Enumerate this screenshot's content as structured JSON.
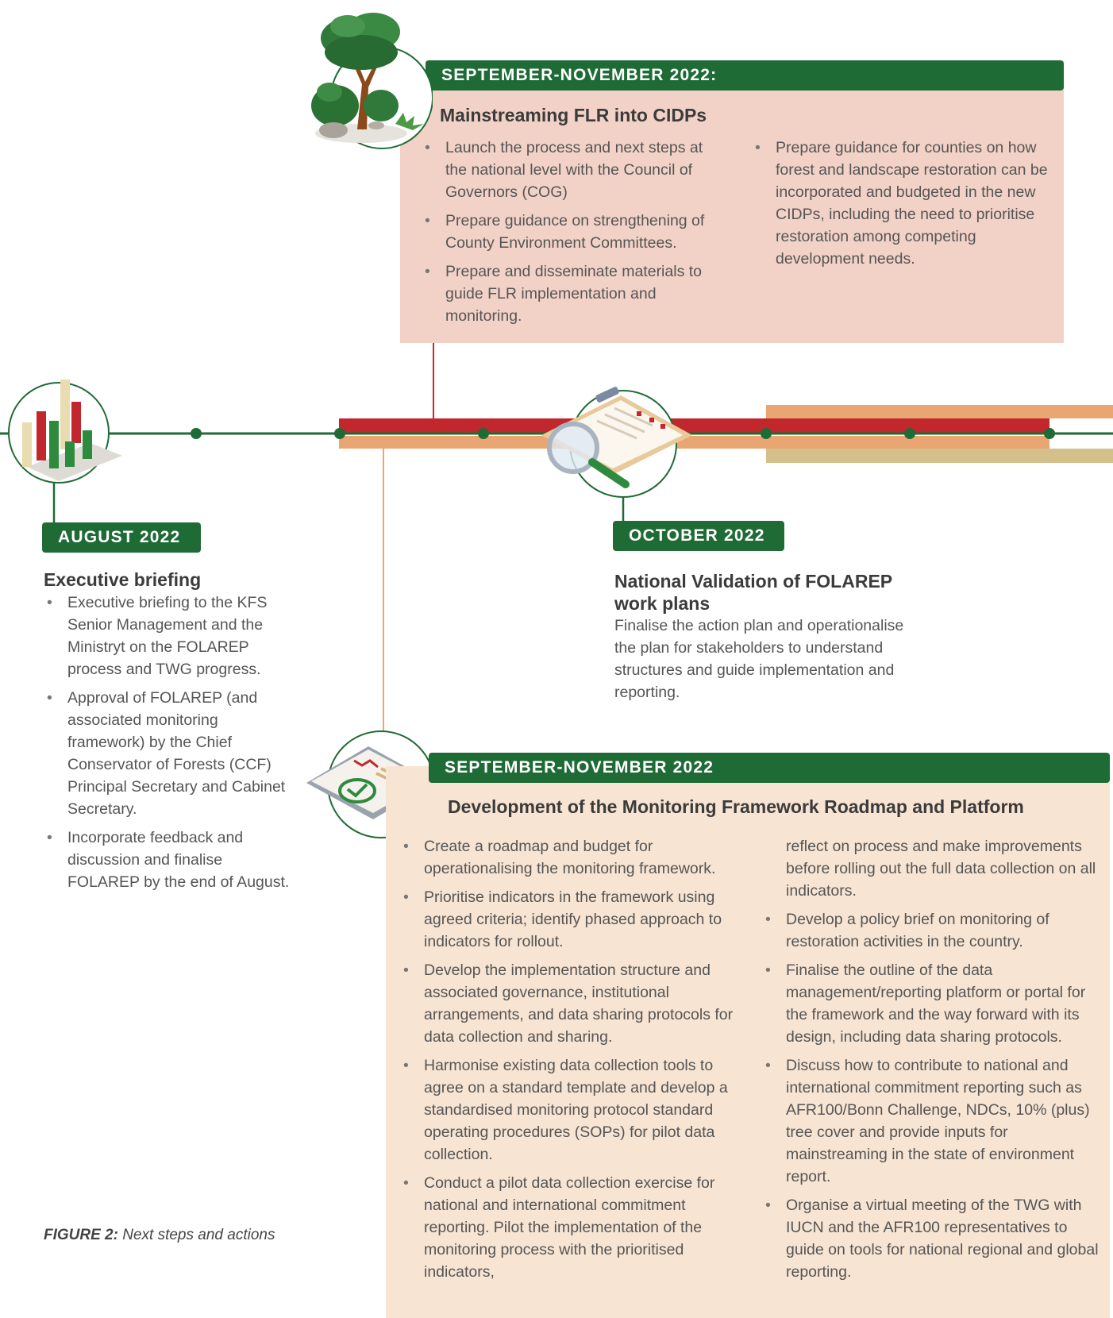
{
  "stages": {
    "sep_nov_cidp": {
      "date": "SEPTEMBER-NOVEMBER 2022:",
      "title": "Mainstreaming FLR into CIDPs",
      "col1": [
        "Launch the process and next steps at the national level with the Council of Governors (COG)",
        "Prepare guidance on strengthening of County Environment Committees.",
        "Prepare and disseminate materials to guide FLR implementation and monitoring."
      ],
      "col2": [
        "Prepare guidance for counties on how forest and landscape restoration can be incorporated and budgeted in the new CIDPs, including the need to prioritise restoration among competing development needs."
      ]
    },
    "aug": {
      "date": "AUGUST 2022",
      "title": "Executive briefing",
      "items": [
        "Executive briefing to the KFS Senior Management and the Ministryt on the FOLAREP process and TWG progress.",
        "Approval of FOLAREP (and associated monitoring framework) by the Chief Conservator of Forests (CCF) Principal Secretary and Cabinet Secretary.",
        "Incorporate feedback and discussion and finalise FOLAREP by the end of August."
      ]
    },
    "oct": {
      "date": "OCTOBER 2022",
      "title": "National Validation of FOLAREP work plans",
      "text": "Finalise the action plan and operationalise the plan for stakeholders to understand structures and guide implementation and reporting."
    },
    "sep_nov_monitor": {
      "date": "SEPTEMBER-NOVEMBER 2022",
      "title": "Development of the Monitoring Framework Roadmap and Platform",
      "col1": [
        "Create a roadmap and budget for operationalising the monitoring framework.",
        "Prioritise indicators in the framework using agreed criteria; identify phased approach to indicators for rollout.",
        "Develop the implementation structure and associated governance, institutional arrangements, and data sharing protocols for data collection and sharing.",
        "Harmonise existing data collection tools to agree on a standard template and develop a standardised monitoring protocol standard operating procedures (SOPs) for pilot data collection.",
        "Conduct a pilot data collection exercise for national and international commitment reporting. Pilot the implementation of the monitoring process with the prioritised indicators,"
      ],
      "col2_cont": "reflect on process and make improvements before rolling out the full data collection on all indicators.",
      "col2": [
        "Develop a policy brief on monitoring of restoration activities in the country.",
        "Finalise the outline of the data management/reporting platform or portal for the framework and the way forward with its design, including data sharing protocols.",
        "Discuss how to contribute to national and international commitment reporting such as AFR100/Bonn Challenge, NDCs, 10% (plus) tree cover and provide inputs for mainstreaming in the state of environment report.",
        "Organise a virtual meeting of the TWG with IUCN and the AFR100 representatives to guide on tools for national regional and global reporting."
      ]
    }
  },
  "caption": {
    "label": "FIGURE 2:",
    "text": "Next steps and actions"
  },
  "colors": {
    "green": "#1f6b35",
    "red": "#c1272d",
    "orange": "#e9a672",
    "tan": "#d4c08a",
    "pink_card": "#f2d2c6",
    "peach_card": "#f7e4d2"
  }
}
